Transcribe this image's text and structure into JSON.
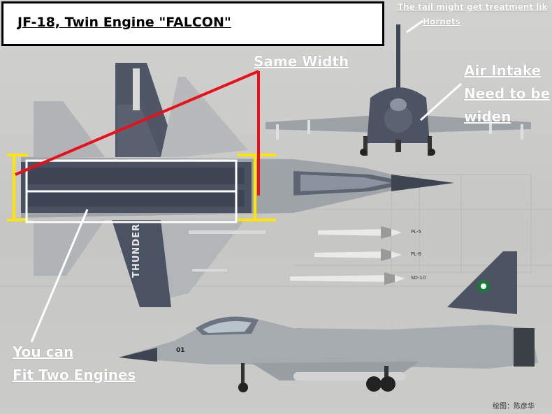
{
  "title": "JF-18, Twin Engine \"FALCON\"",
  "annotations": {
    "tail_note_line1": "The tail might get treatment lik",
    "tail_note_line2": "Hornets",
    "same_width": "Same Width",
    "air_intake_line1": "Air Intake",
    "air_intake_line2": "Need to be",
    "air_intake_line3": "widen",
    "engines_line1": "You can",
    "engines_line2": "Fit Two Engines"
  },
  "aircraft_markings": {
    "wing_text": "THUNDER",
    "nose_number": "01",
    "missile_labels": [
      "PL-5",
      "PL-8",
      "SD-10"
    ]
  },
  "credit": "绘图：陈彦华",
  "colors": {
    "annotation_red": "#e8101a",
    "annotation_yellow": "#ffe600",
    "annotation_white": "#ffffff",
    "airframe_light": "#a9adb0",
    "airframe_dark": "#4b5260"
  }
}
